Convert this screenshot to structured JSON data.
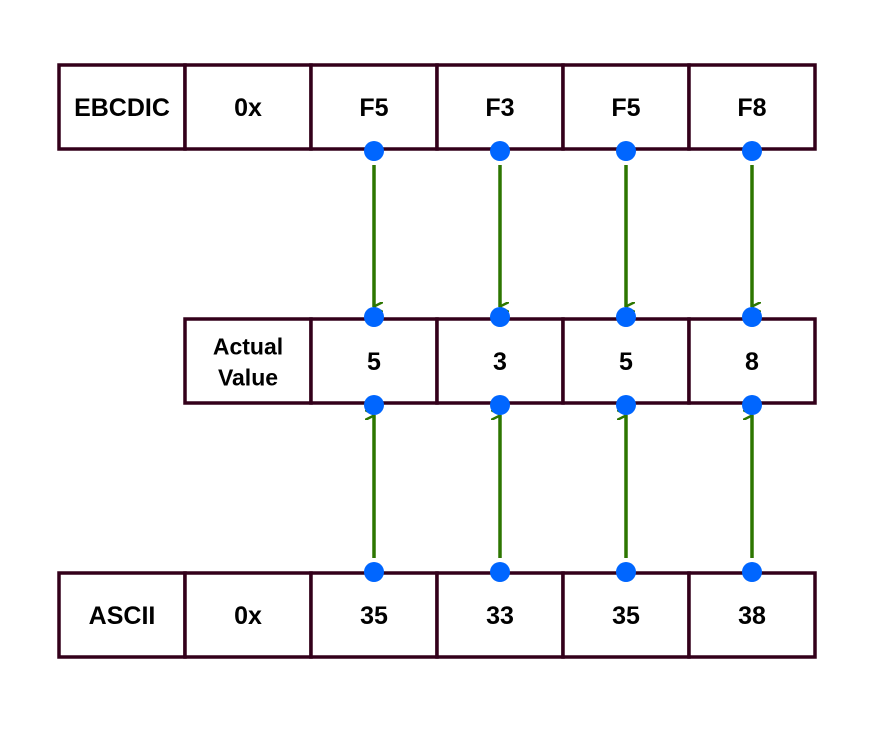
{
  "rows": [
    {
      "id": "ebcdic",
      "cells": [
        "EBCDIC",
        "0x",
        "F5",
        "F3",
        "F5",
        "F8"
      ]
    },
    {
      "id": "actual",
      "cells": [
        "Actual\nValue",
        "5",
        "3",
        "5",
        "8"
      ]
    },
    {
      "id": "ascii",
      "cells": [
        "ASCII",
        "0x",
        "35",
        "33",
        "35",
        "38"
      ]
    }
  ],
  "colors": {
    "border": "#33001a",
    "arrow": "#2d7600",
    "dot": "#0066ff"
  },
  "arrows": [
    {
      "from": "ebcdic",
      "to": "actual",
      "column": 0
    },
    {
      "from": "ebcdic",
      "to": "actual",
      "column": 1
    },
    {
      "from": "ebcdic",
      "to": "actual",
      "column": 2
    },
    {
      "from": "ebcdic",
      "to": "actual",
      "column": 3
    },
    {
      "from": "ascii",
      "to": "actual",
      "column": 0
    },
    {
      "from": "ascii",
      "to": "actual",
      "column": 1
    },
    {
      "from": "ascii",
      "to": "actual",
      "column": 2
    },
    {
      "from": "ascii",
      "to": "actual",
      "column": 3
    }
  ]
}
